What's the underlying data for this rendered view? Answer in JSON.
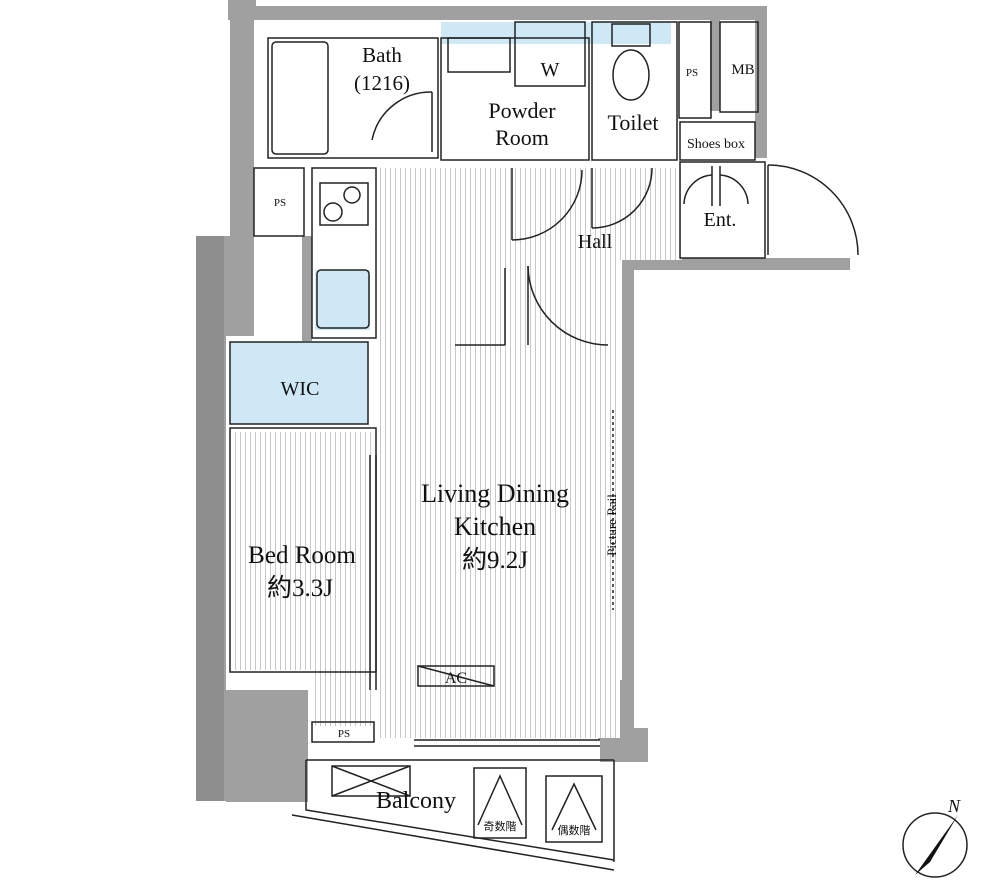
{
  "rooms": {
    "bath": {
      "name": "Bath",
      "size": "(1216)"
    },
    "powder_room": {
      "line1": "Powder",
      "line2": "Room"
    },
    "washer": "W",
    "toilet": "Toilet",
    "ps_top": "PS",
    "mb": "MB",
    "shoes_box": "Shoes box",
    "entrance": "Ent.",
    "hall": "Hall",
    "ps_left": "PS",
    "wic": "WIC",
    "ldk": {
      "line1": "Living Dining",
      "line2": "Kitchen",
      "size": "約9.2J"
    },
    "bedroom": {
      "line1": "Bed Room",
      "size": "約3.3J"
    },
    "picture_rail": "Picture Rail",
    "ac": "AC",
    "ps_bottom": "PS",
    "balcony": "Balcony",
    "odd_floor": "奇数階",
    "even_floor": "偶数階"
  },
  "compass": {
    "north": "N"
  },
  "colors": {
    "wall": "#a0a0a0",
    "wall_dark": "#8e8e8e",
    "wet_area": "#cfe8f5",
    "line": "#222222",
    "stripe": "#c8c8c8"
  }
}
